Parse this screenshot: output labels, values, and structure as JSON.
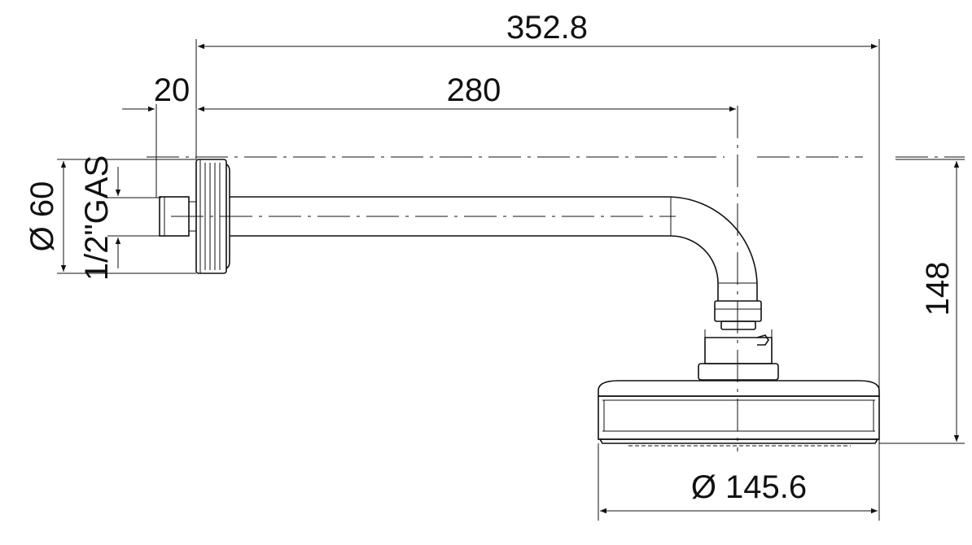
{
  "dimensions": {
    "overall_length": "352.8",
    "arm_length": "280",
    "wall_nut_offset": "20",
    "flange_diameter": "Ø 60",
    "thread_size": "1/2\"GAS",
    "height": "148",
    "head_diameter": "Ø 145.6"
  }
}
